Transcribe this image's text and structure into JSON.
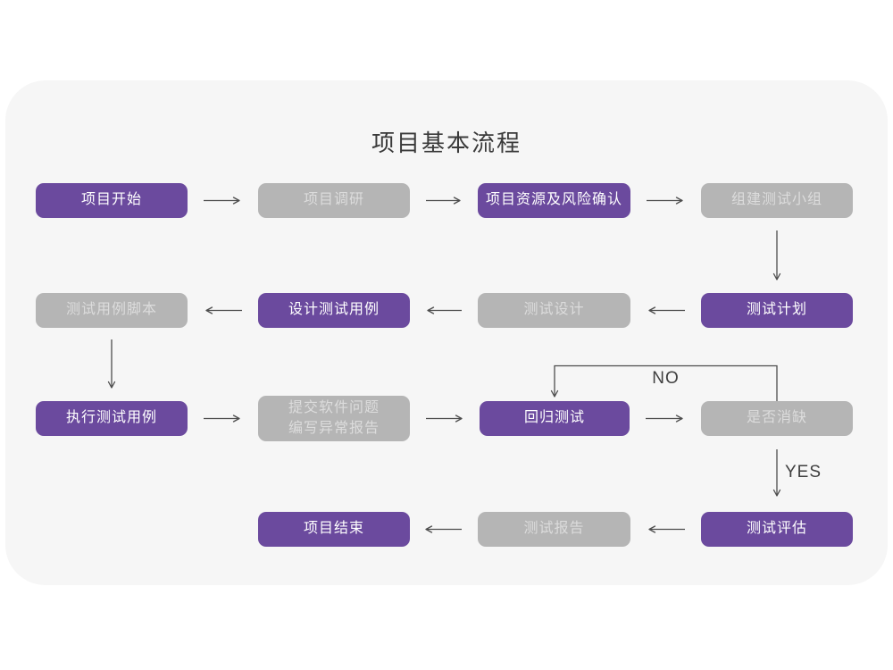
{
  "page": {
    "title": "项目基本流程"
  },
  "flowchart": {
    "nodes": [
      {
        "label": "项目开始",
        "type": "primary"
      },
      {
        "label": "项目调研",
        "type": "secondary"
      },
      {
        "label": "项目资源及风险确认",
        "type": "primary"
      },
      {
        "label": "组建测试小组",
        "type": "secondary"
      },
      {
        "label": "测试用例脚本",
        "type": "secondary"
      },
      {
        "label": "设计测试用例",
        "type": "primary"
      },
      {
        "label": "测试设计",
        "type": "secondary"
      },
      {
        "label": "测试计划",
        "type": "primary"
      },
      {
        "label": "执行测试用例",
        "type": "primary"
      },
      {
        "label": "提交软件问题\n编写异常报告",
        "type": "secondary"
      },
      {
        "label": "回归测试",
        "type": "primary"
      },
      {
        "label": "是否消缺",
        "type": "secondary"
      },
      {
        "label": "项目结束",
        "type": "primary"
      },
      {
        "label": "测试报告",
        "type": "secondary"
      },
      {
        "label": "测试评估",
        "type": "primary"
      }
    ],
    "decision_labels": {
      "no": "NO",
      "yes": "YES"
    },
    "colors": {
      "primary_box": "#6b4a9e",
      "primary_text": "#ffffff",
      "secondary_box": "#b5b5b5",
      "secondary_text": "#dcdcdc",
      "arrow": "#4d4d4d",
      "card_background": "#f6f6f6",
      "title_text": "#3a3a3a"
    }
  }
}
